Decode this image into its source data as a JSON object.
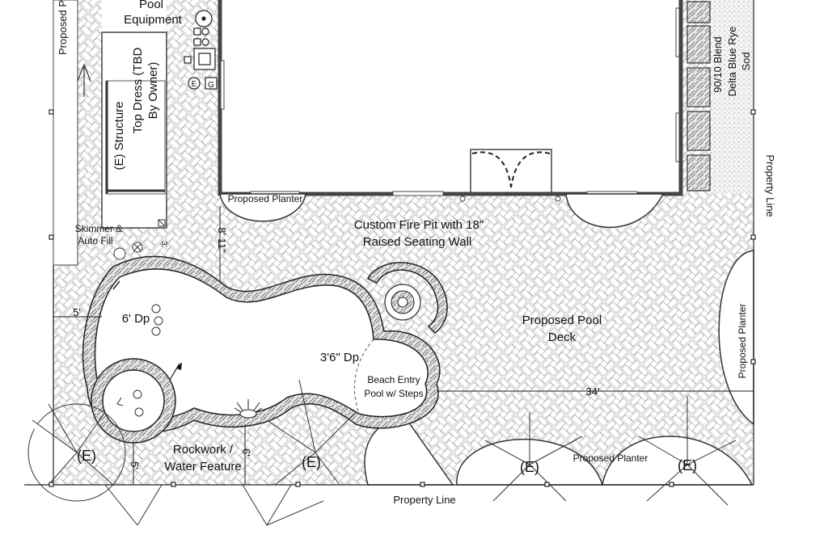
{
  "labels": {
    "pool_equipment_1": "Pool",
    "pool_equipment_2": "Equipment",
    "proposed_p": "Proposed P",
    "structure_1": "(E) Structure",
    "structure_2": "Top Dress (TBD",
    "structure_3": "By Owner)",
    "sod_1": "90/10 Blend",
    "sod_2": "Delta Blue Rye",
    "sod_3": "Sod",
    "property_line_right": "Property Line",
    "property_line_bottom": "Property Line",
    "proposed_planter_top": "Proposed Planter",
    "proposed_planter_right": "Proposed Planter",
    "proposed_planter_bottom": "Proposed Planter",
    "skimmer_1": "Skimmer &",
    "skimmer_2": "Auto Fill",
    "fire_pit_1": "Custom Fire Pit with 18\"",
    "fire_pit_2": "Raised Seating Wall",
    "deck_1": "Proposed Pool",
    "deck_2": "Deck",
    "depth_deep": "6' Dp",
    "depth_shallow": "3'6\" Dp",
    "beach_1": "Beach Entry",
    "beach_2": "Pool w/ Steps",
    "rockwork_1": "Rockwork /",
    "rockwork_2": "Water Feature",
    "existing": "(E)",
    "equip_e": "E",
    "equip_g": "G"
  },
  "dimensions": {
    "d_8_11": "8' 11\"",
    "d_5_left": "5'",
    "d_5_bottom": "5'",
    "d_6": "6'",
    "d_34": "34'",
    "d_3": "3'"
  }
}
